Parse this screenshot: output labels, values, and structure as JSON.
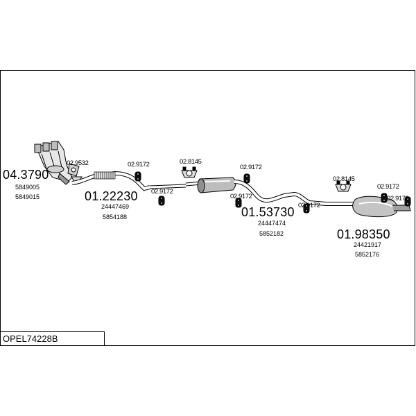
{
  "diagram": {
    "code": "OPEL74228B",
    "parts": [
      {
        "number": "04.3790",
        "refs": [
          "5849005",
          "5849015"
        ]
      },
      {
        "number": "01.22230",
        "refs": [
          "24447469",
          "5854188"
        ]
      },
      {
        "number": "01.53730",
        "refs": [
          "24447474",
          "5852182"
        ]
      },
      {
        "number": "01.98350",
        "refs": [
          "24421917",
          "5852176"
        ]
      }
    ],
    "accessories": [
      {
        "number": "02.9532"
      },
      {
        "number": "02.9172"
      },
      {
        "number": "02.9172"
      },
      {
        "number": "02.8145"
      },
      {
        "number": "02.9172"
      },
      {
        "number": "02.9172"
      },
      {
        "number": "02.9172"
      },
      {
        "number": "02.8145"
      },
      {
        "number": "02.9172"
      },
      {
        "number": "02.9172"
      }
    ]
  }
}
